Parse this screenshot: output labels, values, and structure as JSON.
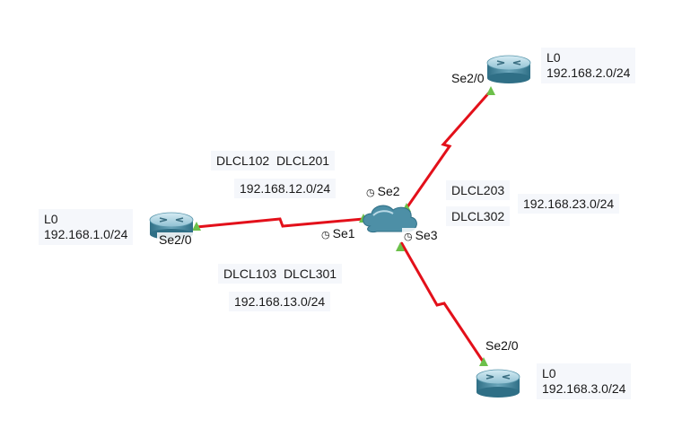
{
  "links": {
    "r1": {
      "near_port": "Se2/0",
      "far_port": "Se1",
      "dlci_a": "DLCL102",
      "dlci_b": "DLCL201",
      "network": "192.168.12.0/24"
    },
    "r2": {
      "near_port": "Se2/0",
      "far_port": "Se2",
      "dlci_a": "DLCL203",
      "dlci_b": "DLCL302",
      "network": "192.168.23.0/24"
    },
    "r3": {
      "near_port": "Se2/0",
      "far_port": "Se3",
      "dlci_a": "DLCL103",
      "dlci_b": "DLCL301",
      "network": "192.168.13.0/24"
    }
  },
  "routers": {
    "r1": {
      "loopback_name": "L0",
      "loopback_net": "192.168.1.0/24"
    },
    "r2": {
      "loopback_name": "L0",
      "loopback_net": "192.168.2.0/24"
    },
    "r3": {
      "loopback_name": "L0",
      "loopback_net": "192.168.3.0/24"
    }
  },
  "clock_glyph": "◷",
  "colors": {
    "link": "#e3101a",
    "port_up": "#6cc04a",
    "device_body": "#4d8fa6",
    "device_top": "#b9d9e6"
  }
}
